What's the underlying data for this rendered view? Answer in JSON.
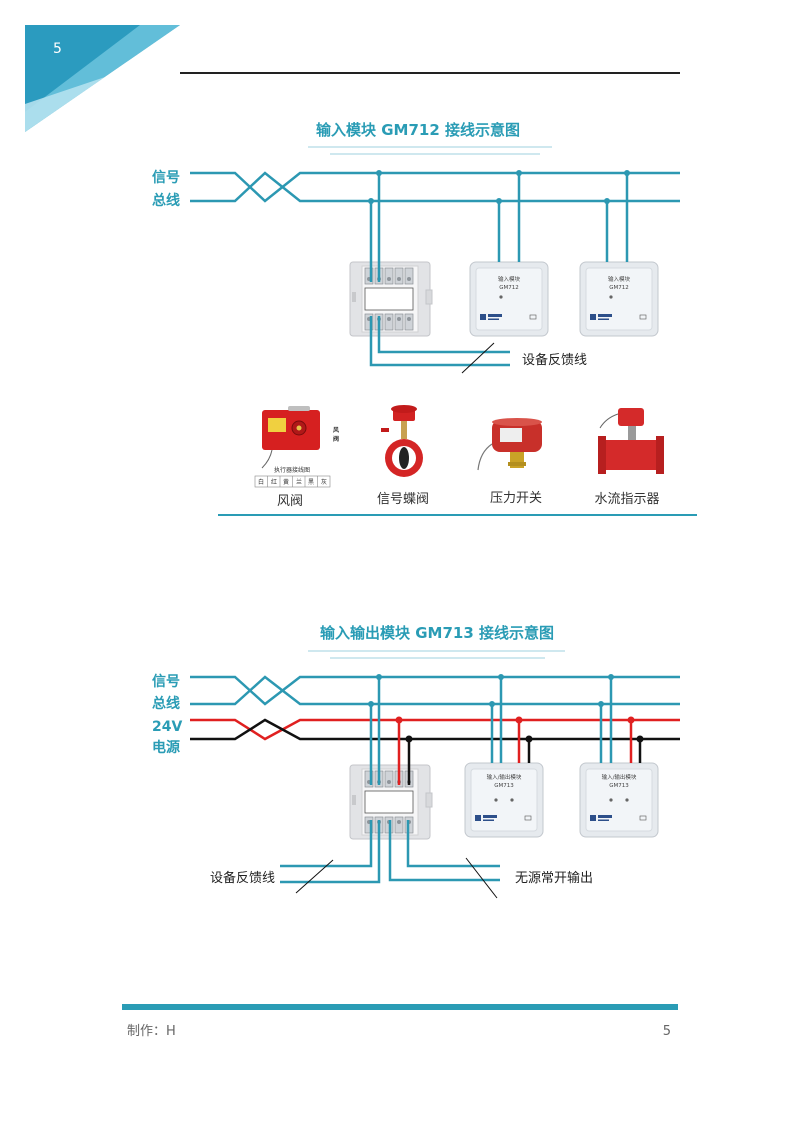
{
  "corner": {
    "page_number": "5"
  },
  "section1": {
    "title": "输入模块 GM712 接线示意图",
    "bus_labels": {
      "signal": "信号",
      "bus": "总线"
    },
    "module_label": "输入模块",
    "module_model": "GM712",
    "feedback_label": "设备反馈线",
    "damper_wiring": {
      "title": "执行器接线图",
      "cells": [
        "白",
        "红",
        "黄",
        "兰",
        "黑",
        "灰"
      ],
      "tag": [
        "风",
        "阀"
      ]
    },
    "devices": [
      "风阀",
      "信号蝶阀",
      "压力开关",
      "水流指示器"
    ]
  },
  "section2": {
    "title": "输入输出模块 GM713 接线示意图",
    "bus_labels": {
      "signal": "信号",
      "bus": "总线",
      "power_voltage": "24V",
      "power": "电源"
    },
    "module_label": "输入/输出模块",
    "module_model": "GM713",
    "feedback_label": "设备反馈线",
    "output_label": "无源常开输出"
  },
  "footer": {
    "author": "制作：H",
    "page_number": "5"
  },
  "colors": {
    "accent": "#2a9cb5",
    "power_positive": "#e02020",
    "power_negative": "#111111"
  }
}
